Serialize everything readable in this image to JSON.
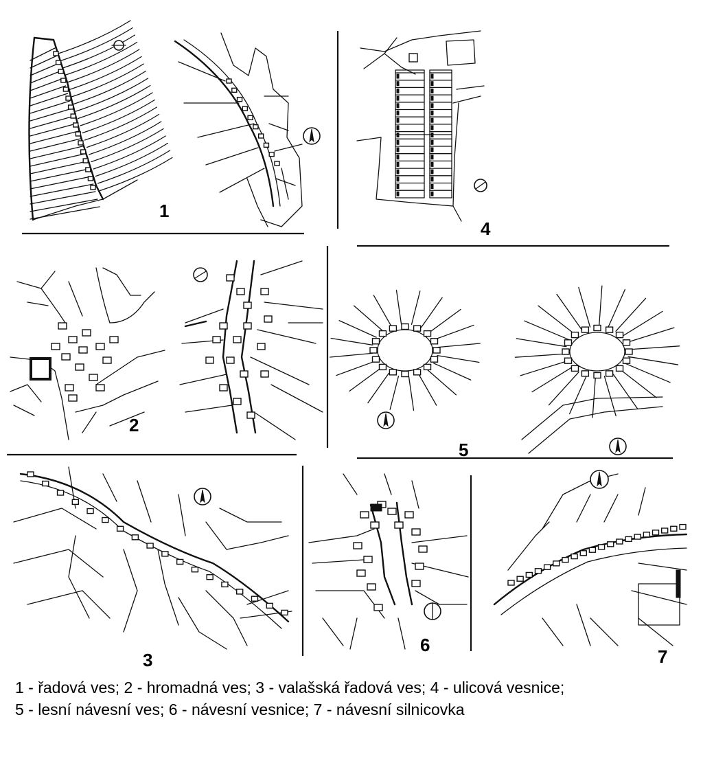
{
  "plans": [
    {
      "id": "1",
      "label": "1"
    },
    {
      "id": "2",
      "label": "2"
    },
    {
      "id": "3",
      "label": "3"
    },
    {
      "id": "4",
      "label": "4"
    },
    {
      "id": "5",
      "label": "5"
    },
    {
      "id": "6",
      "label": "6"
    },
    {
      "id": "7",
      "label": "7"
    }
  ],
  "caption": {
    "line1": "1 - řadová ves; 2 - hromadná ves; 3 - valašská řadová ves; 4 - ulicová vesnice;",
    "line2": "5 - lesní návesní ves; 6 - návesní vesnice; 7 - návesní silnicovka"
  },
  "icons": [
    "north-arrow-icon"
  ],
  "colors": {
    "ink": "#111111",
    "paper": "#ffffff"
  }
}
